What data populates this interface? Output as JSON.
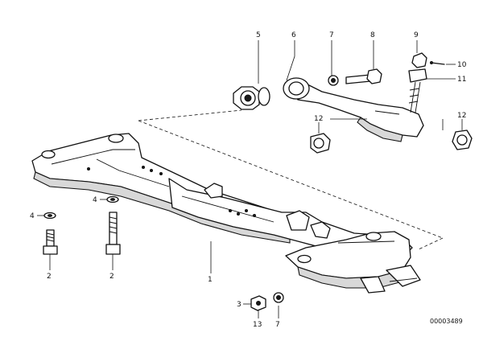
{
  "diagram": {
    "callouts": {
      "c1": "1",
      "c2a": "2",
      "c2b": "2",
      "c3": "3",
      "c4a": "4",
      "c4b": "4",
      "c5": "5",
      "c6": "6",
      "c7a": "7",
      "c7b": "7",
      "c8": "8",
      "c9": "9",
      "c10": "10",
      "c11": "11",
      "c12a": "12",
      "c12b": "12",
      "c13": "13"
    },
    "reference_number": "00003489"
  }
}
